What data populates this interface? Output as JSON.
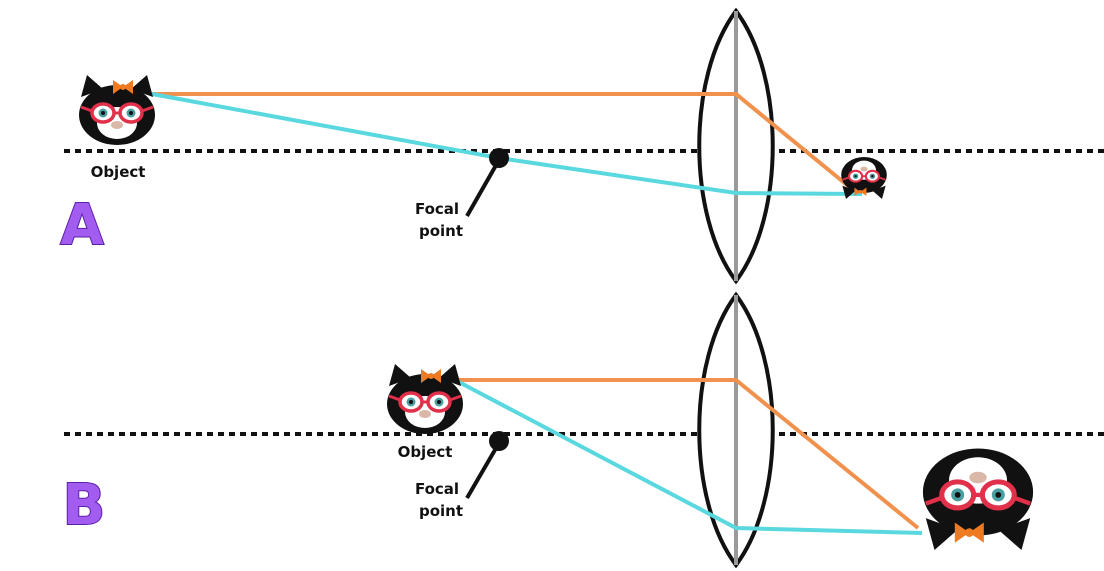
{
  "panels": [
    {
      "letter": "A",
      "object_label": "Object",
      "focal_label_line1": "Focal",
      "focal_label_line2": "point"
    },
    {
      "letter": "B",
      "object_label": "Object",
      "focal_label_line1": "Focal",
      "focal_label_line2": "point"
    }
  ],
  "colors": {
    "parallel_ray": "#f0924e",
    "focal_ray": "#5ad8e0",
    "axis": "#111111",
    "lens_outline": "#111111",
    "lens_core": "#9a9a9a",
    "panel_letter": "#a35cf0",
    "cat_glasses": "#e0304a",
    "cat_bow": "#f07a22"
  },
  "icons": {
    "object": "cat-with-glasses-icon",
    "image": "cat-with-glasses-icon",
    "focal_marker": "focal-dot-icon",
    "lens": "convex-lens-icon"
  }
}
